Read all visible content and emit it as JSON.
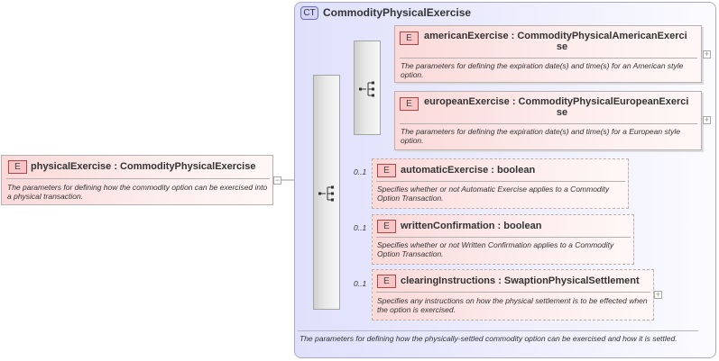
{
  "complex_type": {
    "badge": "CT",
    "name": "CommodityPhysicalExercise",
    "documentation": "The parameters for defining how the physically-settled commodity option can be exercised and how it is settled."
  },
  "root_element": {
    "badge": "E",
    "title": "physicalExercise : CommodityPhysicalExercise",
    "documentation": "The parameters for defining how the commodity option can be exercised into a physical transaction."
  },
  "choice_elements": [
    {
      "badge": "E",
      "title_line1": "americanExercise : CommodityPhysicalAmericanExerci",
      "title_line2": "se",
      "documentation": "The parameters for defining the expiration date(s) and time(s) for an American style option."
    },
    {
      "badge": "E",
      "title_line1": "europeanExercise : CommodityPhysicalEuropeanExerci",
      "title_line2": "se",
      "documentation": "The parameters for defining the expiration date(s) and time(s) for a European style option."
    }
  ],
  "sequence_elements": [
    {
      "badge": "E",
      "cardinality": "0..1",
      "title": "automaticExercise : boolean",
      "documentation": "Specifies whether or not Automatic Exercise applies to a Commodity Option Transaction."
    },
    {
      "badge": "E",
      "cardinality": "0..1",
      "title": "writtenConfirmation : boolean",
      "documentation": "Specifies whether or not Written Confirmation applies to a Commodity Option Transaction."
    },
    {
      "badge": "E",
      "cardinality": "0..1",
      "title": "clearingInstructions : SwaptionPhysicalSettlement",
      "documentation": "Specifies any instructions on how the physical settlement is to be effected when the option is exercised."
    }
  ],
  "icons": {
    "expand": "plus-icon",
    "compositor": "sequence-compositor-icon"
  },
  "colors": {
    "complex_type_bg": "#dfe0fb",
    "element_bg": "#fbd9d9",
    "element_badge": "#f7c6c6",
    "ct_badge": "#d3d5f8"
  }
}
